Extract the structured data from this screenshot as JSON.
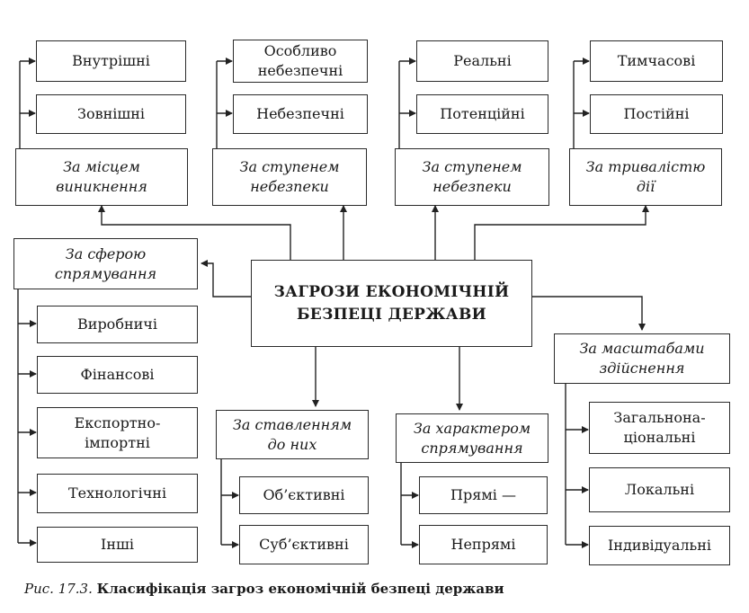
{
  "center": "ЗАГРОЗИ ЕКОНОМІЧНІЙ\nБЕЗПЕЦІ ДЕРЖАВИ",
  "groups": [
    {
      "category": "За місцем\nвиникнення",
      "items": [
        "Внутрішні",
        "Зовнішні"
      ]
    },
    {
      "category": "За ступенем\nнебезпеки",
      "items": [
        "Особливо\nнебезпечні",
        "Небезпечні"
      ]
    },
    {
      "category": "За ступенем\nнебезпеки",
      "items": [
        "Реальні",
        "Потенційні"
      ]
    },
    {
      "category": "За тривалістю\nдії",
      "items": [
        "Тимчасові",
        "Постійні"
      ]
    },
    {
      "category": "За сферою\nспрямування",
      "items": [
        "Виробничі",
        "Фінансові",
        "Експортно-\nімпортні",
        "Технологічні",
        "Інші"
      ]
    },
    {
      "category": "За ставленням\nдо них",
      "items": [
        "Об’єктивні",
        "Суб’єктивні"
      ]
    },
    {
      "category": "За характером\nспрямування",
      "items": [
        "Прямі —",
        "Непрямі"
      ]
    },
    {
      "category": "За масштабами\nздійснення",
      "items": [
        "Загальнона-\nціональні",
        "Локальні",
        "Індивідуальні"
      ]
    }
  ],
  "caption": {
    "figure": "Рис. 17.3.",
    "title": "Класифікація загроз економічній безпеці держави"
  }
}
